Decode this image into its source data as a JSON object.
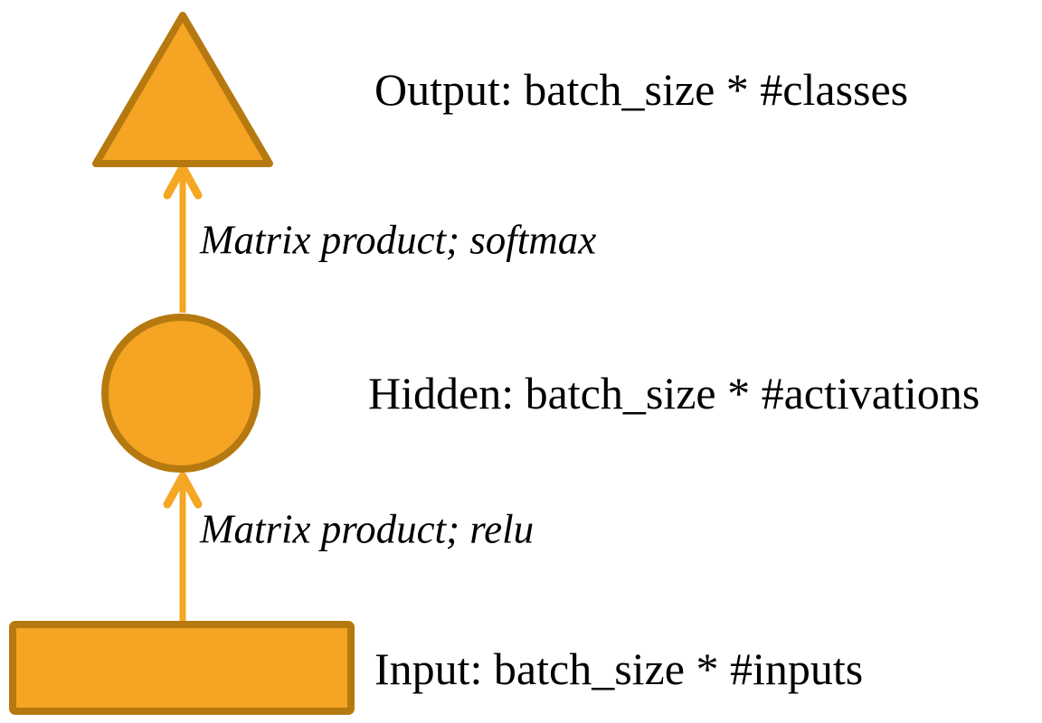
{
  "diagram": {
    "type": "neural-network-layer-diagram",
    "nodes": [
      {
        "id": "output",
        "shape": "triangle",
        "label": "Output: batch_size * #classes"
      },
      {
        "id": "hidden",
        "shape": "circle",
        "label": "Hidden: batch_size * #activations"
      },
      {
        "id": "input",
        "shape": "rectangle",
        "label": "Input: batch_size * #inputs"
      }
    ],
    "edges": [
      {
        "from": "hidden",
        "to": "output",
        "label": "Matrix product; softmax"
      },
      {
        "from": "input",
        "to": "hidden",
        "label": "Matrix product; relu"
      }
    ]
  },
  "colors": {
    "shape_fill": "#F5A423",
    "shape_stroke": "#B5790F",
    "arrow": "#F5A623",
    "text": "#000000",
    "background": "#FFFFFF"
  }
}
